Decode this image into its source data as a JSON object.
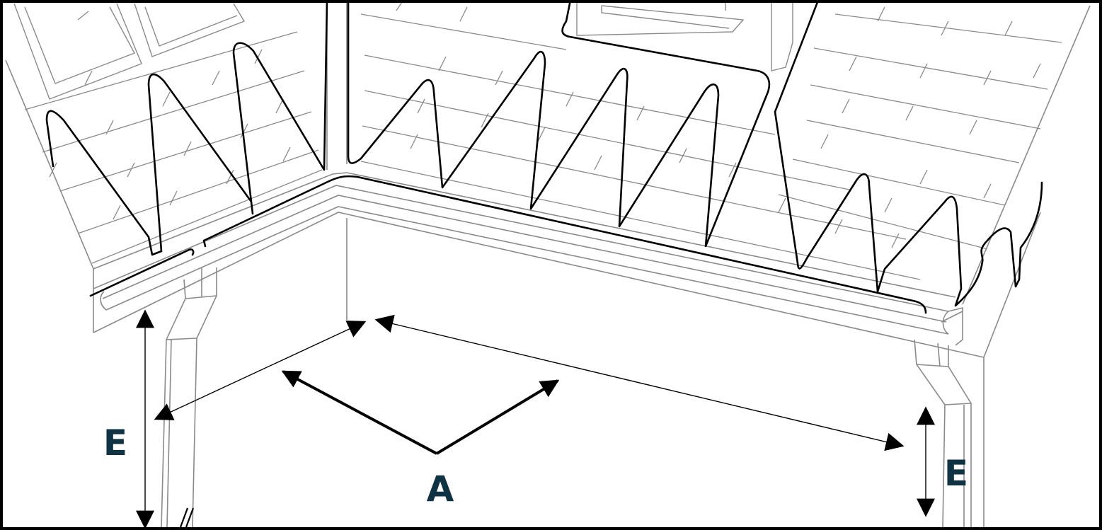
{
  "diagram": {
    "labels": {
      "length": "A",
      "height_left": "E",
      "height_right": "E"
    },
    "colors": {
      "label": "#0f3342",
      "line": "#000000",
      "detail": "#8a8a8a",
      "background": "#ffffff"
    }
  }
}
